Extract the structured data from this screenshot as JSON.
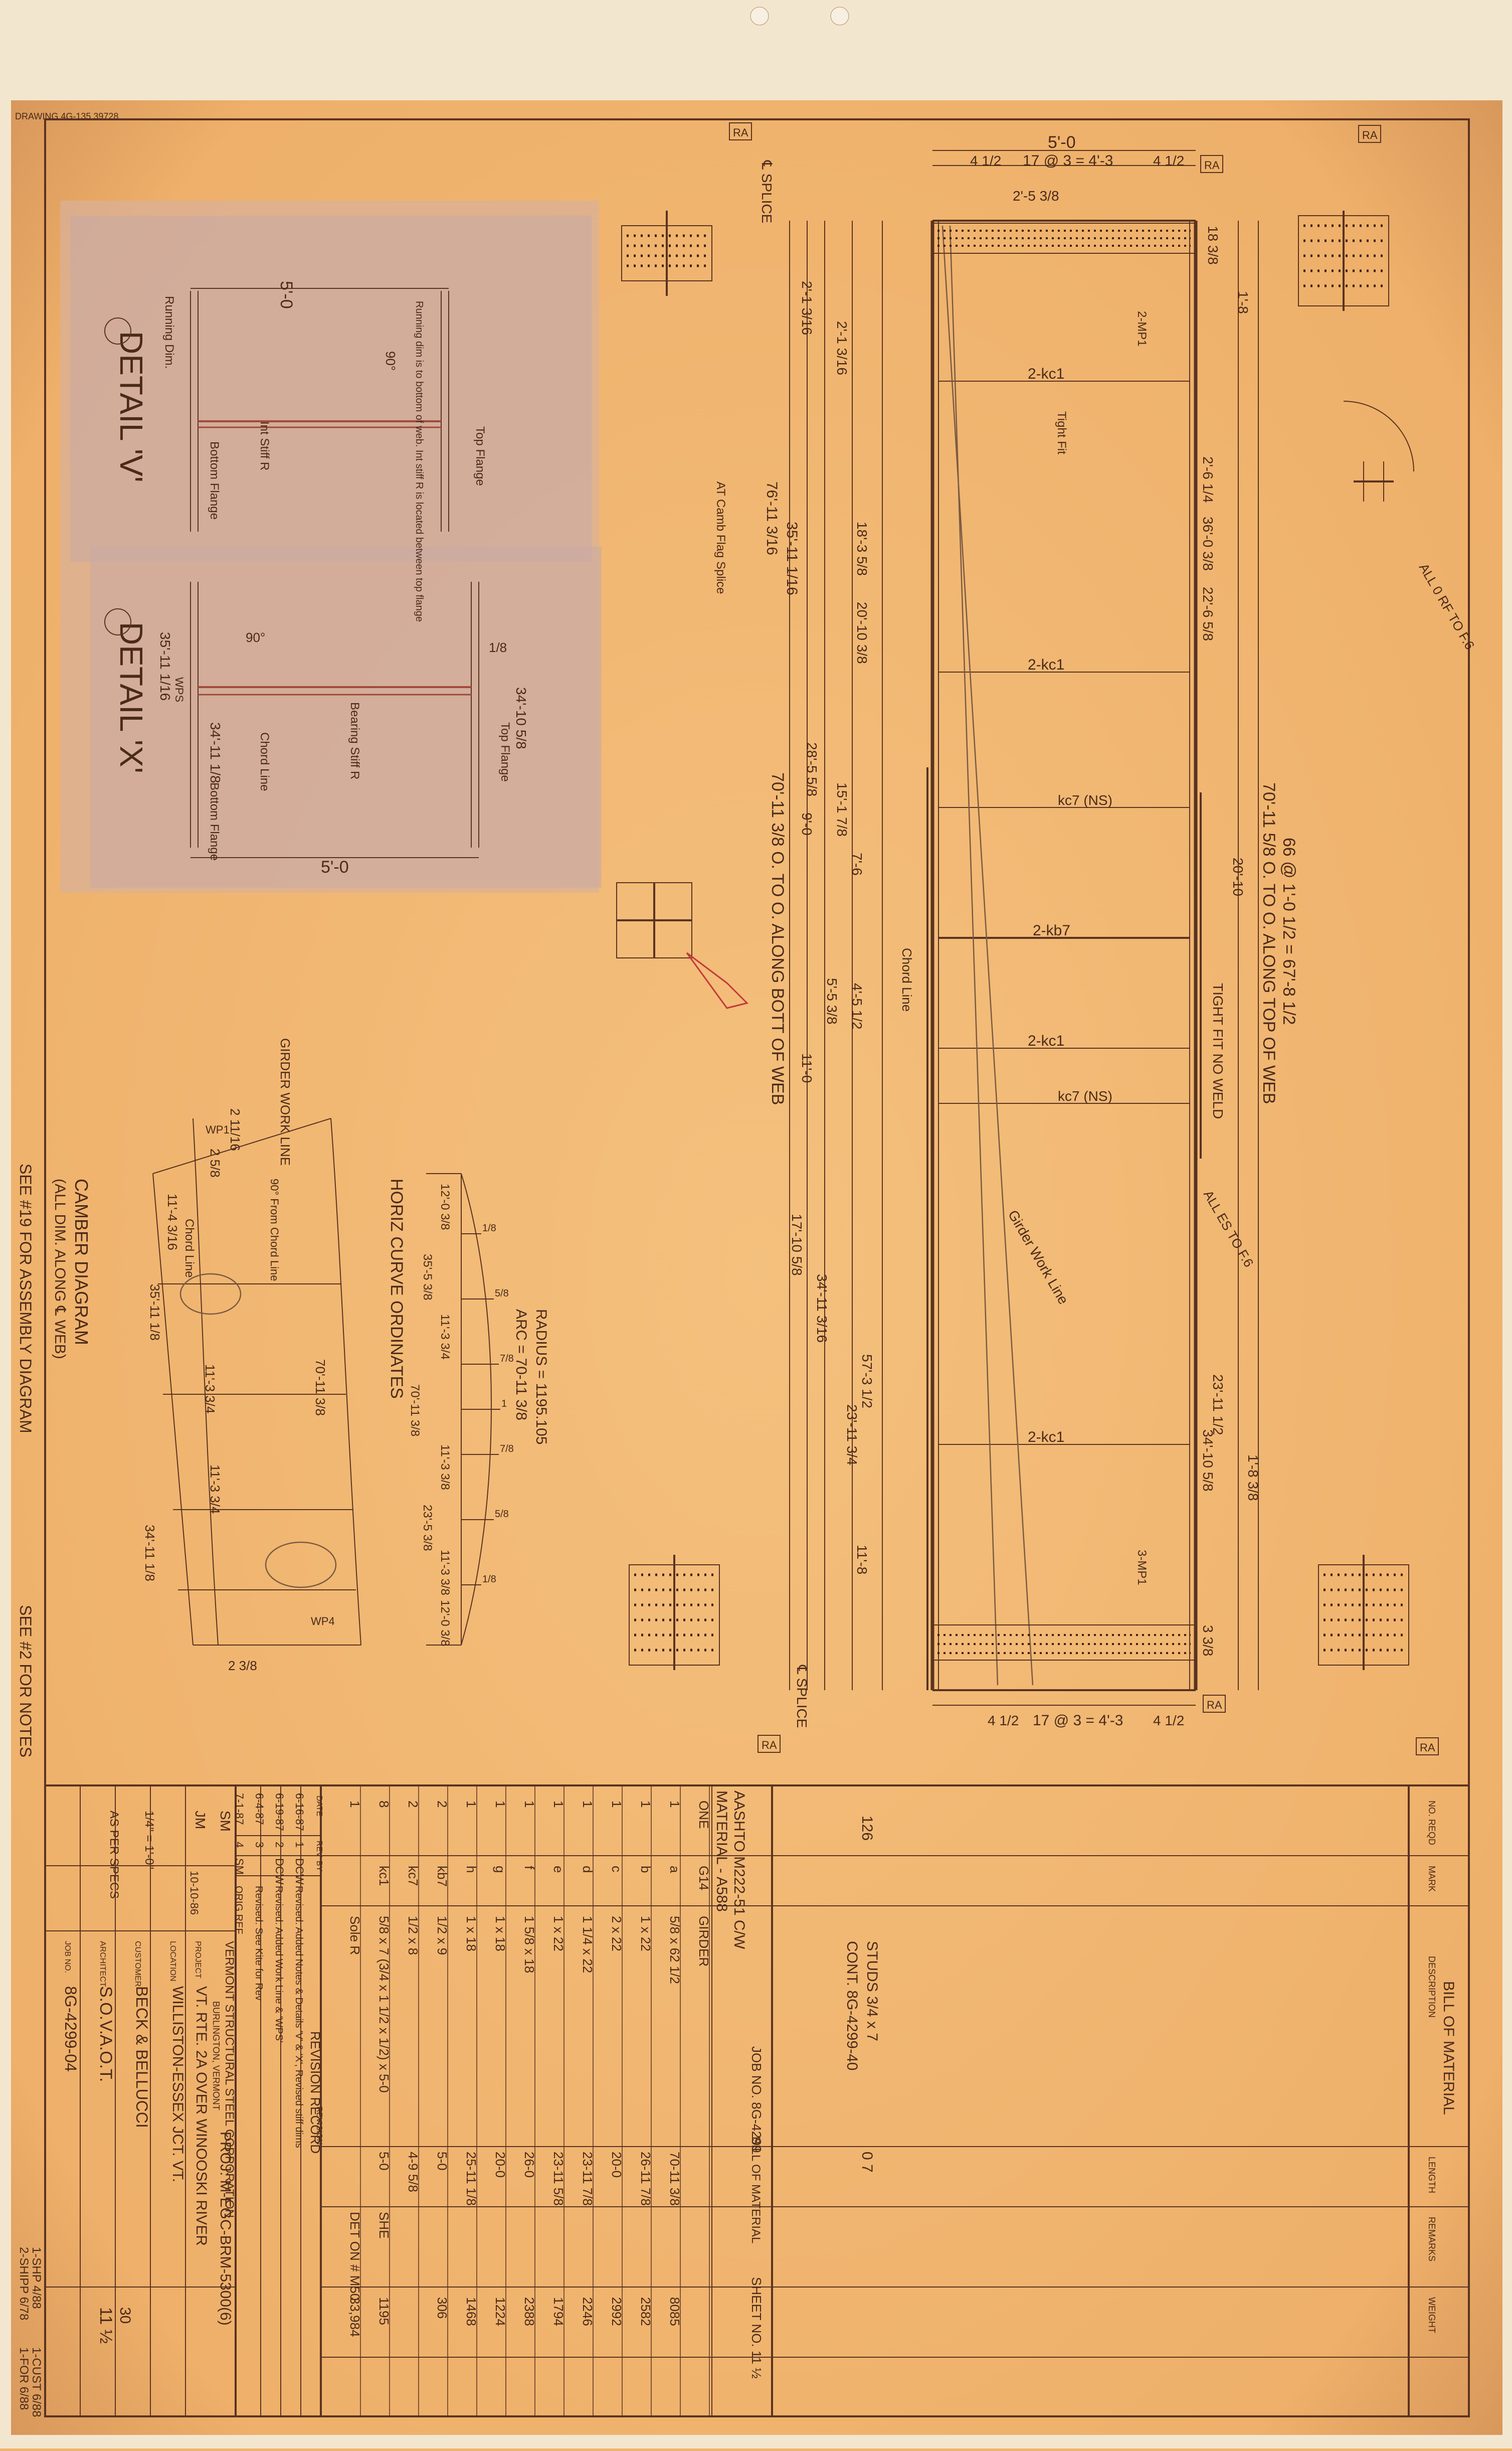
{
  "drawing_stamp": "DRAWING 4G-135 39728",
  "detail_v": {
    "title": "DETAIL 'V'",
    "dim_top": "5'-0",
    "angle": "90°",
    "note": "Running dim is to bottom of web. Int stiff R is located between top flange",
    "labels": [
      "Running Dim.",
      "Bottom Flange",
      "Int Stiff R",
      "Top Flange"
    ]
  },
  "detail_x": {
    "title": "DETAIL 'X'",
    "dims": [
      "35'-11 1/16",
      "34'-11 1/8",
      "34'-10 5/8",
      "5'-0",
      "1/8"
    ],
    "angle": "90°",
    "labels": [
      "WPS",
      "Bottom Flange",
      "Chord Line",
      "Bearing Stiff R",
      "Top Flange"
    ]
  },
  "girder": {
    "top_dims": [
      "5'-0",
      "4 1/2",
      "17 @ 3 = 4'-3",
      "4 1/2",
      "2'-5 3/8"
    ],
    "bottom_dims": [
      "4 1/2",
      "17 @ 3 = 4'-3",
      "4 1/2"
    ],
    "splice_top": "℄ SPLICE",
    "splice_bottom": "℄ SPLICE",
    "section_marks": [
      "RA",
      "RA",
      "RA",
      "RA",
      "RA",
      "RA"
    ],
    "stiffeners": [
      "2-kc1",
      "2-kc1",
      "kc7 (NS)",
      "2-kb7",
      "2-kc1",
      "kc7 (NS)",
      "2-kc1"
    ],
    "left_dims": [
      "2'-1 3/16",
      "2'-1 3/16",
      "18'-3 5/8",
      "20'-10 3/8",
      "28'-5 5/8",
      "15'-1 7/8",
      "9'-0",
      "7'-6",
      "4'-5 1/2",
      "5'-5 3/8",
      "11'-0",
      "17'-10 5/8",
      "34'-11 3/16",
      "23'-11 3/4",
      "57'-3 1/2",
      "11'-8"
    ],
    "right_dims": [
      "18 3/8",
      "1'-8",
      "2'-6 1/4",
      "36'-0 3/8",
      "22'-6 5/8",
      "20'-10",
      "23'-11 1/2",
      "34'-10 5/8",
      "1'-8 3/8",
      "3 3/8"
    ],
    "long_dims": [
      "70'-11 3/8 O. TO O. ALONG BOTT OF WEB",
      "70'-11 5/8 O. TO O. ALONG TOP OF WEB",
      "66 @ 1'-0 1/2 = 67'-8 1/2",
      "76'-11 3/16",
      "35'-11 1/16"
    ],
    "notes": [
      "TIGHT FIT NO WELD",
      "Girder Work Line",
      "Chord Line",
      "2-MP1",
      "3-MP1",
      "Tight Fit",
      "AT Camb Flag Splice"
    ],
    "flag_note_top": "ALL 0 RF TO F.6",
    "flag_note_mid": "ALL ES TO F.6"
  },
  "camber": {
    "title": "CAMBER DIAGRAM",
    "subtitle": "(ALL DIM. ALONG ℄ WEB)",
    "dims": [
      "2 11/16",
      "2 5/8",
      "11'-4 3/16",
      "35'-11 1/8",
      "11'-3 3/4",
      "70'-11 3/8",
      "11'-3 3/4",
      "34'-11 1/8",
      "2 3/8"
    ],
    "labels": [
      "GIRDER WORK LINE",
      "Chord Line",
      "90° From Chord Line",
      "WP1",
      "WP4"
    ]
  },
  "horiz_curve": {
    "title": "HORIZ CURVE ORDINATES",
    "radius": "RADIUS = 1195.105",
    "arc": "ARC = 70-11 3/8",
    "dims": [
      "12'-0 3/8",
      "35'-5 3/8",
      "11'-3 3/4",
      "70'-11 3/8",
      "11'-3 3/8",
      "23'-5 3/8",
      "11'-3 3/8",
      "12'-0 3/8"
    ],
    "ordinates": [
      "1/8",
      "5/8",
      "7/8",
      "1",
      "7/8",
      "5/8",
      "1/8"
    ]
  },
  "see_notes": [
    "SEE #19 FOR ASSEMBLY DIAGRAM",
    "SEE #2 FOR NOTES"
  ],
  "material": {
    "spec": "AASHTO M222-51 C/W",
    "material": "MATERIAL - A588",
    "job_no": "JOB NO. 8G-4299",
    "sheet_no": "SHEET NO. 11 ½",
    "header": "BILL OF MATERIAL",
    "cols": [
      "NO. REQD",
      "MARK",
      "DESCRIPTION",
      "LENGTH",
      "REMARKS",
      "WEIGHT"
    ],
    "rows": [
      {
        "qty": "ONE",
        "mark": "G14",
        "desc": "GIRDER",
        "len": "",
        "rem": "",
        "wt": ""
      },
      {
        "qty": "1",
        "mark": "a",
        "desc": "5/8 x 62 1/2",
        "len": "70-11 3/8",
        "rem": "",
        "wt": "8085"
      },
      {
        "qty": "1",
        "mark": "b",
        "desc": "1 x 22",
        "len": "26-11 7/8",
        "rem": "",
        "wt": "2582"
      },
      {
        "qty": "1",
        "mark": "c",
        "desc": "2 x 22",
        "len": "20-0",
        "rem": "",
        "wt": "2992"
      },
      {
        "qty": "1",
        "mark": "d",
        "desc": "1 1/4 x 22",
        "len": "23-11 7/8",
        "rem": "",
        "wt": "2246"
      },
      {
        "qty": "1",
        "mark": "e",
        "desc": "1 x 22",
        "len": "23-11 5/8",
        "rem": "",
        "wt": "1794"
      },
      {
        "qty": "1",
        "mark": "f",
        "desc": "1 5/8 x 18",
        "len": "26-0",
        "rem": "",
        "wt": "2388"
      },
      {
        "qty": "1",
        "mark": "g",
        "desc": "1 x 18",
        "len": "20-0",
        "rem": "",
        "wt": "1224"
      },
      {
        "qty": "1",
        "mark": "h",
        "desc": "1 x 18",
        "len": "25-11 1/8",
        "rem": "",
        "wt": "1468"
      },
      {
        "qty": "2",
        "mark": "kb7",
        "desc": "1/2 x 9",
        "len": "5-0",
        "rem": "",
        "wt": "306"
      },
      {
        "qty": "2",
        "mark": "kc7",
        "desc": "1/2 x 8",
        "len": "4-9 5/8",
        "rem": "",
        "wt": ""
      },
      {
        "qty": "8",
        "mark": "kc1",
        "desc": "5/8 x 7 (3/4 x 1 1/2 x 1/2) x 5-0",
        "len": "5-0",
        "rem": "SHE",
        "wt": "1195"
      },
      {
        "qty": "1",
        "mark": "",
        "desc": "Sole R",
        "len": "",
        "rem": "DET ON # M50",
        "wt": "33,984"
      }
    ],
    "cont_note": "CONT. 8G-4299-40",
    "studs": "STUDS 3/4 x 7",
    "studs_qty": "126",
    "studs_len": "0 7"
  },
  "revisions": {
    "title": "REVISION RECORD",
    "cols": [
      "DATE",
      "REV",
      "BY",
      "REVISION"
    ],
    "rows": [
      {
        "date": "6-16-87",
        "rev": "1",
        "by": "DCW",
        "text": "Revised: Added Notes & Details 'V' & 'X', Revised stiff dims"
      },
      {
        "date": "6-19-87",
        "rev": "2",
        "by": "DCW",
        "text": "Revised: Added Work Line & 'WPS'"
      },
      {
        "date": "6-4-87",
        "rev": "3",
        "by": "",
        "text": "Revised: See Kite for Rev"
      },
      {
        "date": "7-1-87",
        "rev": "4",
        "by": "SM",
        "text": "ORIG REF"
      }
    ]
  },
  "title_block": {
    "company": "VERMONT STRUCTURAL STEEL CORPORATION",
    "city": "BURLINGTON, VERMONT",
    "project_label": "PROJECT",
    "project": "VT. RTE. 2A OVER WINOOSKI RIVER",
    "proj_no": "PROJ: M-EGC-BRM-5300(6)",
    "location_label": "LOCATION",
    "location": "WILLISTON-ESSEX JCT. VT.",
    "customer_label": "CUSTOMER",
    "customer": "BECK & BELLUCCI",
    "architect_label": "ARCHITECT",
    "architect": "S.O.V.A.O.T.",
    "job_label": "JOB NO.",
    "job": "8G-4299-04",
    "sheet": "11 ½",
    "drawn": "SM",
    "checked": "JM",
    "date": "10-10-86",
    "scale": "1/4\" = 1'-0\"",
    "sheet_total": "30",
    "remarks": [
      "AS PER SPECS"
    ]
  },
  "margin_notes": [
    "2-SHIPP 6/78",
    "1-SHP 4/88",
    "1-FOR 6/88",
    "1-CUST 6/88"
  ]
}
